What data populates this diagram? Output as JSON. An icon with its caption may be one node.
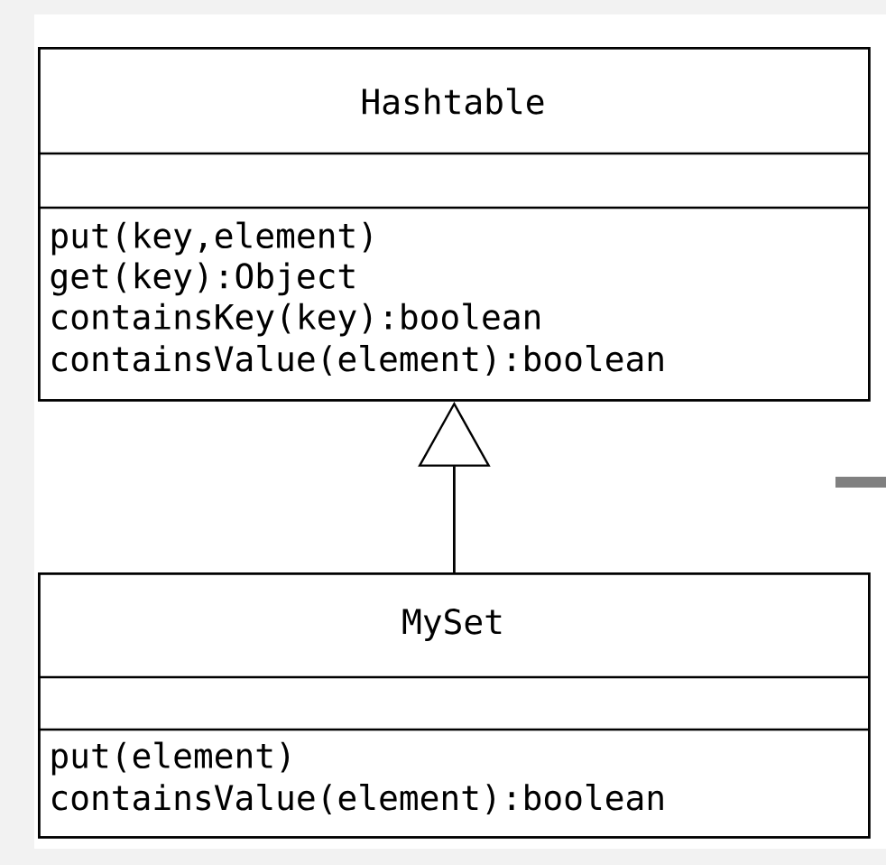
{
  "diagram": {
    "nodes": [
      {
        "text": [
          "Hashtable",
          "put(key,element)",
          "get(key):Object",
          "containsKey(key):boolean",
          "containsValue(element):boolean"
        ]
      },
      {
        "text": [
          "MySet",
          "put(element)",
          "containsValue(element):boolean"
        ]
      }
    ],
    "edges": [
      {
        "from": 1,
        "to": 0,
        "arrow": "to"
      }
    ]
  }
}
